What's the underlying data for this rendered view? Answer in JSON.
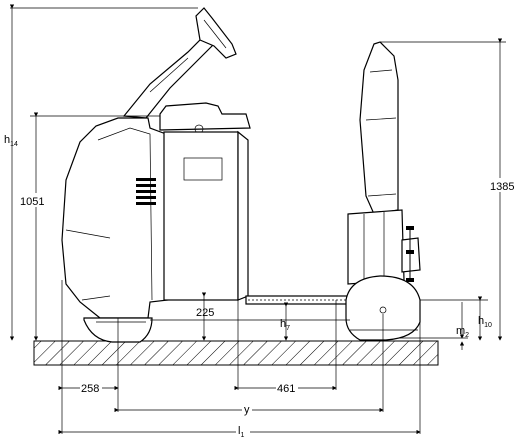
{
  "figure": {
    "type": "technical side-view dimension drawing",
    "subject": "electric tow tractor"
  },
  "dimensions": {
    "h14": {
      "symbol": "h",
      "sub": "14"
    },
    "overall_height_front": "1051",
    "overall_height_rear": "1385",
    "coupling_height": "225",
    "h7": {
      "symbol": "h",
      "sub": "7"
    },
    "h10": {
      "symbol": "h",
      "sub": "10"
    },
    "m2": {
      "symbol": "m",
      "sub": "2"
    },
    "front_overhang": "258",
    "rear_section": "461",
    "wheelbase": "y",
    "l1": {
      "symbol": "l",
      "sub": "1"
    }
  },
  "colors": {
    "line": "#000000",
    "background": "#ffffff",
    "hatch": "#000000"
  }
}
